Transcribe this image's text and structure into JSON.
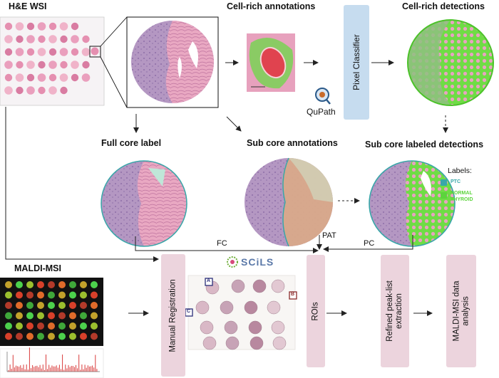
{
  "titles": {
    "he_wsi": "H&E WSI",
    "cell_rich_annotations": "Cell-rich annotations",
    "cell_rich_detections": "Cell-rich detections",
    "full_core_label": "Full core label",
    "sub_core_annotations": "Sub core annotations",
    "sub_core_labeled_detections": "Sub core labeled detections",
    "maldi_msi": "MALDI-MSI"
  },
  "boxes": {
    "pixel_classifier": "Pixel Classifier",
    "manual_registration": "Manual Registration",
    "rois": "ROIs",
    "refined_peak_list_line1": "Refined peak-list",
    "refined_peak_list_line2": "extraction",
    "maldi_analysis_line1": "MALDI-MSI data",
    "maldi_analysis_line2": "analysis"
  },
  "labels": {
    "title": "Labels:",
    "ptc": "PTC",
    "normal_line1": "NORMAL",
    "normal_line2": "THYROID"
  },
  "connectors": {
    "fc": "FC",
    "pat": "PAT",
    "pc": "PC"
  },
  "software": {
    "qupath": "QuPath",
    "scils": "SCiLS"
  },
  "panel_letters": {
    "a": "A",
    "b": "B",
    "c": "C"
  },
  "colors": {
    "box_blue": "#c6dcef",
    "box_pink": "#ecd4dd",
    "ptc_teal": "#38a7a9",
    "normal_green": "#5cd43c",
    "he_pink": "#e79ab7",
    "he_purple": "#a98bb6"
  }
}
